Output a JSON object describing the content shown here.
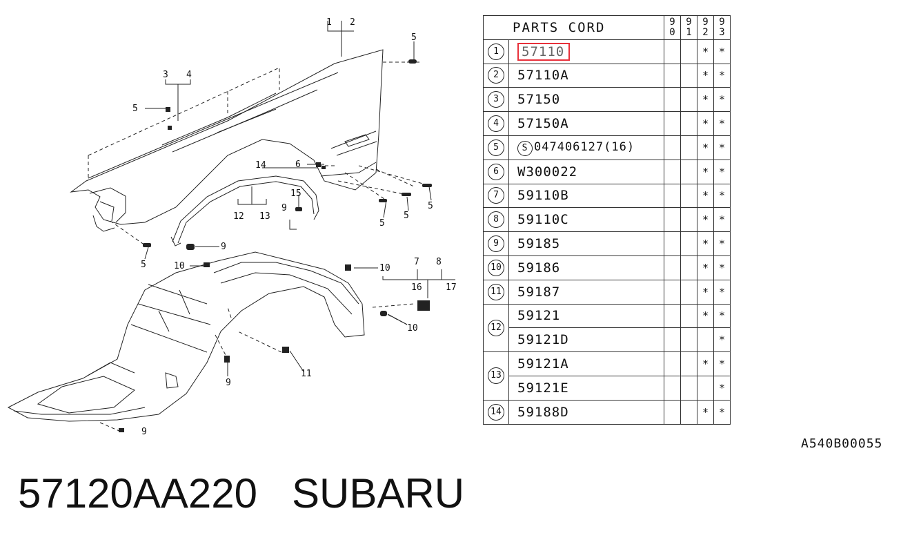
{
  "diagram": {
    "callouts": {
      "n1": "1",
      "n2": "2",
      "n3": "3",
      "n4": "4",
      "n5a": "5",
      "n5b": "5",
      "n5c": "5",
      "n5d": "5",
      "n5e": "5",
      "n5f": "5",
      "n6": "6",
      "n7": "7",
      "n8": "8",
      "n9a": "9",
      "n9b": "9",
      "n9c": "9",
      "n9d": "9",
      "n10a": "10",
      "n10b": "10",
      "n10c": "10",
      "n11": "11",
      "n12": "12",
      "n13": "13",
      "n14": "14",
      "n15": "15",
      "n16": "16",
      "n17": "17"
    }
  },
  "table": {
    "header": "PARTS CORD",
    "years": [
      {
        "d1": "9",
        "d2": "0"
      },
      {
        "d1": "9",
        "d2": "1"
      },
      {
        "d1": "9",
        "d2": "2"
      },
      {
        "d1": "9",
        "d2": "3"
      }
    ],
    "rows": [
      {
        "no": "1",
        "code": "57110",
        "y90": "",
        "y91": "",
        "y92": "*",
        "y93": "*"
      },
      {
        "no": "2",
        "code": "57110A",
        "y90": "",
        "y91": "",
        "y92": "*",
        "y93": "*"
      },
      {
        "no": "3",
        "code": "57150",
        "y90": "",
        "y91": "",
        "y92": "*",
        "y93": "*"
      },
      {
        "no": "4",
        "code": "57150A",
        "y90": "",
        "y91": "",
        "y92": "*",
        "y93": "*"
      },
      {
        "no": "5",
        "prefix": "S",
        "code": "047406127(16)",
        "y90": "",
        "y91": "",
        "y92": "*",
        "y93": "*"
      },
      {
        "no": "6",
        "code": "W300022",
        "y90": "",
        "y91": "",
        "y92": "*",
        "y93": "*"
      },
      {
        "no": "7",
        "code": "59110B",
        "y90": "",
        "y91": "",
        "y92": "*",
        "y93": "*"
      },
      {
        "no": "8",
        "code": "59110C",
        "y90": "",
        "y91": "",
        "y92": "*",
        "y93": "*"
      },
      {
        "no": "9",
        "code": "59185",
        "y90": "",
        "y91": "",
        "y92": "*",
        "y93": "*"
      },
      {
        "no": "10",
        "code": "59186",
        "y90": "",
        "y91": "",
        "y92": "*",
        "y93": "*"
      },
      {
        "no": "11",
        "code": "59187",
        "y90": "",
        "y91": "",
        "y92": "*",
        "y93": "*"
      },
      {
        "no": "12",
        "code": "59121",
        "y90": "",
        "y91": "",
        "y92": "*",
        "y93": "*"
      },
      {
        "code": "59121D",
        "y90": "",
        "y91": "",
        "y92": "",
        "y93": "*"
      },
      {
        "no": "13",
        "code": "59121A",
        "y90": "",
        "y91": "",
        "y92": "*",
        "y93": "*"
      },
      {
        "code": "59121E",
        "y90": "",
        "y91": "",
        "y92": "",
        "y93": "*"
      },
      {
        "no": "14",
        "code": "59188D",
        "y90": "",
        "y91": "",
        "y92": "*",
        "y93": "*"
      }
    ]
  },
  "ref_code": "A540B00055",
  "caption": "57120AA220   SUBARU",
  "colors": {
    "highlight": "#e8303a",
    "ink": "#111111"
  }
}
